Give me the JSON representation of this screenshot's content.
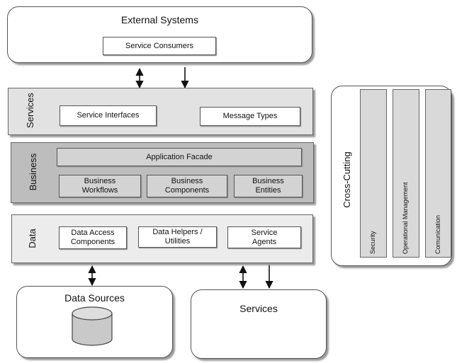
{
  "external": {
    "title": "External Systems",
    "consumers": "Service Consumers"
  },
  "services": {
    "label": "Services",
    "interfaces": "Service Interfaces",
    "message_types": "Message Types"
  },
  "business": {
    "label": "Business",
    "facade": "Application Facade",
    "workflows": "Business\nWorkflows",
    "components": "Business\nComponents",
    "entities": "Business\nEntities"
  },
  "data": {
    "label": "Data",
    "access": "Data Access\nComponents",
    "helpers": "Data Helpers /\nUtilities",
    "agents": "Service\nAgents"
  },
  "data_sources": {
    "title": "Data Sources"
  },
  "services_bottom": {
    "title": "Services"
  },
  "cross_cutting": {
    "label": "Cross-Cutting",
    "security": "Security",
    "operational": "Operational Management",
    "communication": "Comunication"
  },
  "colors": {
    "services_layer": "#e2e2e2",
    "business_layer": "#bdbdbd",
    "data_layer": "#ececec",
    "cylinder": "#c9c9c9"
  }
}
